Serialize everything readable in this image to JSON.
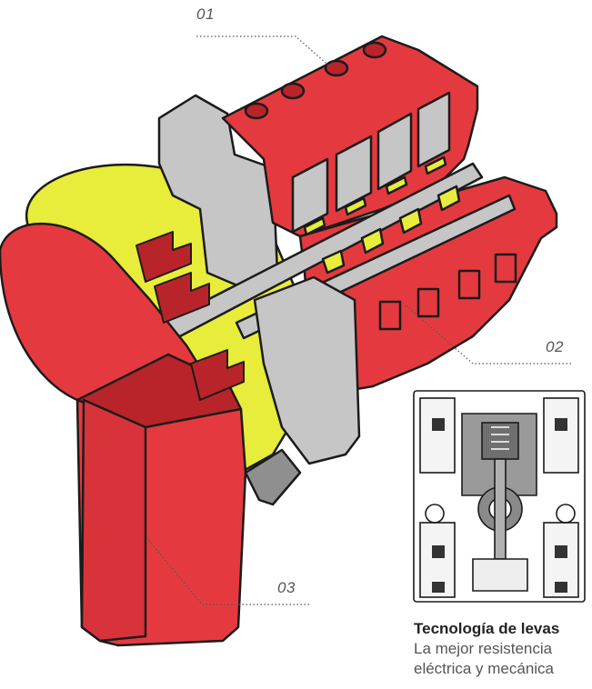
{
  "callouts": {
    "c1": "01",
    "c2": "02",
    "c3": "03"
  },
  "caption": {
    "title": "Tecnología de levas",
    "line1": "La mejor resistencia",
    "line2": "eléctrica y mecánica"
  },
  "colors": {
    "red": "#e43a3f",
    "red_dark": "#b8242a",
    "yellow": "#e8ec3a",
    "gray": "#c6c6c6",
    "gray_dark": "#8f8f8f",
    "outline": "#1b1b1b"
  },
  "icons": {
    "illustration": "cam-switch-cutaway-illustration",
    "detail": "cam-mechanism-detail-drawing"
  }
}
